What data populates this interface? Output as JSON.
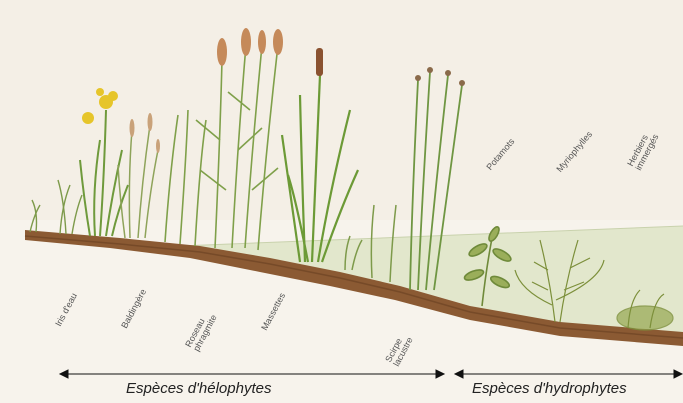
{
  "plant_labels": {
    "iris": "Iris d'eau",
    "baldingere": "Baldingère",
    "roseau": "Roseau\nphragmite",
    "massettes": "Massettes",
    "scirpe": "Scirpe\nlacustre",
    "potamots": "Potamots",
    "myriophylles": "Myriophylles",
    "herbiers": "Herbiers\nimmergés"
  },
  "zones": {
    "helophytes": "Espèces d'hélophytes",
    "hydrophytes": "Espèces d'hydrophytes"
  }
}
